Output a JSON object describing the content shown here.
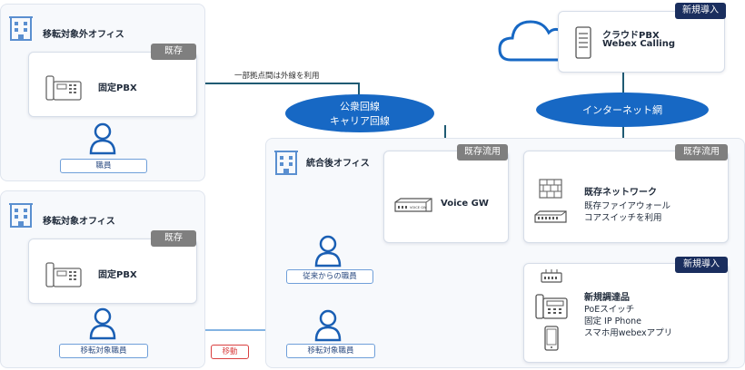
{
  "offices": {
    "left_top": {
      "title": "移転対象外オフィス",
      "pbx_tag": "既存",
      "pbx_label": "固定PBX",
      "user_label": "職員"
    },
    "left_bottom": {
      "title": "移転対象オフィス",
      "pbx_tag": "既存",
      "pbx_label": "固定PBX",
      "user_label": "移転対象職員"
    },
    "integrated": {
      "title": "統合後オフィス",
      "user_existing_label": "従来からの職員",
      "user_moved_label": "移転対象職員"
    }
  },
  "move_label": "移動",
  "line_note": "一部拠点間は外線を利用",
  "cloud": {
    "tag": "新規導入",
    "title_line1": "クラウドPBX",
    "title_line2": "Webex Calling"
  },
  "networks": {
    "public": {
      "line1": "公衆回線",
      "line2": "キャリア回線"
    },
    "internet": {
      "line1": "インターネット網"
    }
  },
  "voice_gw": {
    "tag": "既存流用",
    "label": "Voice GW",
    "device_text": "VOICE GW"
  },
  "existing_network": {
    "tag": "既存流用",
    "title": "既存ネットワーク",
    "desc_line1": "既存ファイアウォール",
    "desc_line2": "コアスイッチを利用"
  },
  "new_equipment": {
    "tag": "新規導入",
    "title": "新規調達品",
    "desc_line1": "PoEスイッチ",
    "desc_line2": "固定 IP Phone",
    "desc_line3": "スマホ用webexアプリ"
  },
  "colors": {
    "accent_blue": "#1768c4",
    "navy_tag": "#1a2e5e",
    "gray_tag": "#7f7f7f",
    "line_teal": "#1f5a73",
    "user_blue": "#1a5fb4"
  }
}
